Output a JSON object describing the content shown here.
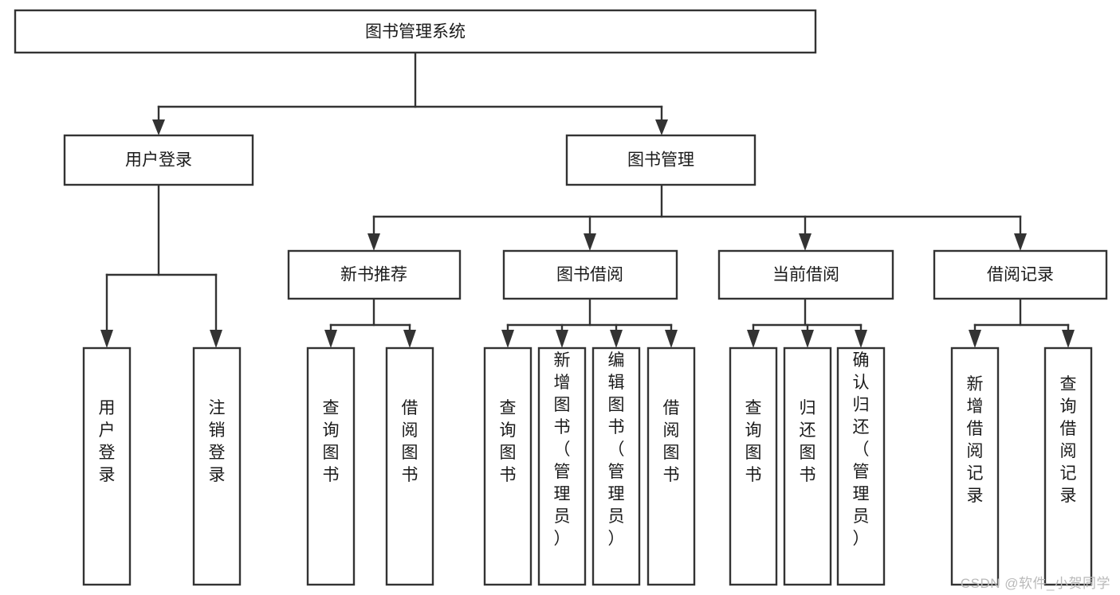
{
  "diagram": {
    "type": "tree",
    "orientation": "top-down",
    "title": "图书管理系统",
    "watermark": "CSDN @软件_小贺同学",
    "colors": {
      "node_fill": "#ffffff",
      "node_stroke": "#333333",
      "text": "#1a1a1a",
      "watermark": "#b9b9b9",
      "background": "#ffffff"
    },
    "nodes": {
      "root": {
        "label": "图书管理系统",
        "level": 1,
        "orientation": "horizontal"
      },
      "level2": [
        {
          "id": "user-login",
          "label": "用户登录",
          "orientation": "horizontal"
        },
        {
          "id": "book-manage",
          "label": "图书管理",
          "orientation": "horizontal"
        }
      ],
      "level3": [
        {
          "id": "new-book-recommend",
          "label": "新书推荐",
          "orientation": "horizontal",
          "parent": "book-manage"
        },
        {
          "id": "book-borrow",
          "label": "图书借阅",
          "orientation": "horizontal",
          "parent": "book-manage"
        },
        {
          "id": "current-borrow",
          "label": "当前借阅",
          "orientation": "horizontal",
          "parent": "book-manage"
        },
        {
          "id": "borrow-record",
          "label": "借阅记录",
          "orientation": "horizontal",
          "parent": "book-manage"
        }
      ],
      "leaves": [
        {
          "id": "leaf-user-login",
          "label": "用户登录",
          "parent": "user-login",
          "orientation": "vertical"
        },
        {
          "id": "leaf-user-logout",
          "label": "注销登录",
          "parent": "user-login",
          "orientation": "vertical"
        },
        {
          "id": "leaf-query-book-1",
          "label": "查询图书",
          "parent": "new-book-recommend",
          "orientation": "vertical"
        },
        {
          "id": "leaf-borrow-book-1",
          "label": "借阅图书",
          "parent": "new-book-recommend",
          "orientation": "vertical"
        },
        {
          "id": "leaf-query-book-2",
          "label": "查询图书",
          "parent": "book-borrow",
          "orientation": "vertical"
        },
        {
          "id": "leaf-add-book",
          "label": "新增图书（管理员）",
          "parent": "book-borrow",
          "orientation": "vertical"
        },
        {
          "id": "leaf-edit-book",
          "label": "编辑图书（管理员）",
          "parent": "book-borrow",
          "orientation": "vertical"
        },
        {
          "id": "leaf-borrow-book-2",
          "label": "借阅图书",
          "parent": "book-borrow",
          "orientation": "vertical"
        },
        {
          "id": "leaf-query-book-3",
          "label": "查询图书",
          "parent": "current-borrow",
          "orientation": "vertical"
        },
        {
          "id": "leaf-return-book",
          "label": "归还图书",
          "parent": "current-borrow",
          "orientation": "vertical"
        },
        {
          "id": "leaf-confirm-return",
          "label": "确认归还（管理员）",
          "parent": "current-borrow",
          "orientation": "vertical"
        },
        {
          "id": "leaf-add-record",
          "label": "新增借阅记录",
          "parent": "borrow-record",
          "orientation": "vertical"
        },
        {
          "id": "leaf-query-record",
          "label": "查询借阅记录",
          "parent": "borrow-record",
          "orientation": "vertical"
        }
      ]
    }
  }
}
